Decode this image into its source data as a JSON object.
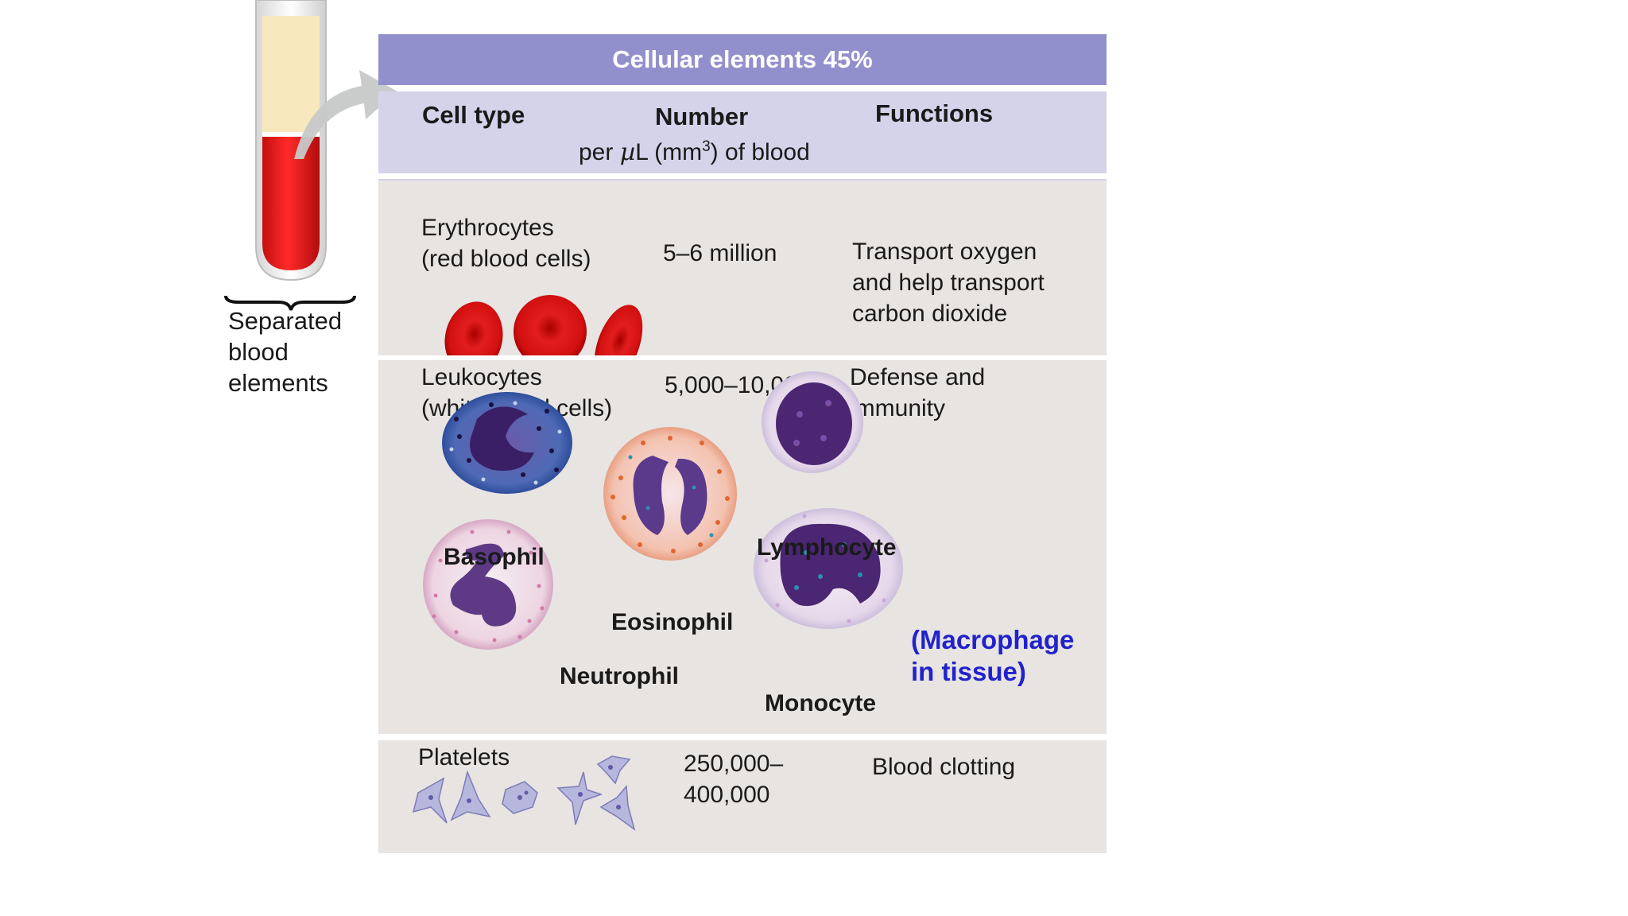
{
  "tube": {
    "label_lines": [
      "Separated",
      "blood",
      "elements"
    ],
    "colors": {
      "plasma": "#f5e6b8",
      "cells": "#e01a1a",
      "glass": "#e6e6e6"
    }
  },
  "table": {
    "banner": "Cellular elements 45%",
    "colors": {
      "banner_bg": "#9290cc",
      "header_bg": "#d4d3ea",
      "row_bg": "#e7e4e2"
    },
    "headers": {
      "cell_type": "Cell type",
      "number": "Number",
      "number_sub_prefix": "per ",
      "number_sub_mu": "µ",
      "number_sub_mid": "L (mm",
      "number_sub_sup": "3",
      "number_sub_suffix": ") of blood",
      "functions": "Functions"
    },
    "rows": {
      "erythrocytes": {
        "name": [
          "Erythrocytes",
          "(red blood cells)"
        ],
        "number": "5–6 million",
        "function": [
          "Transport oxygen",
          "and help transport",
          "carbon dioxide"
        ]
      },
      "leukocytes": {
        "name": [
          "Leukocytes",
          "(white blood cells)"
        ],
        "number": "5,000–10,000",
        "function": [
          "Defense and",
          "immunity"
        ],
        "cell_labels": {
          "basophil": "Basophil",
          "eosinophil": "Eosinophil",
          "lymphocyte": "Lymphocyte",
          "neutrophil": "Neutrophil",
          "monocyte": "Monocyte"
        },
        "macrophage_note": [
          "(Macrophage",
          "in tissue)"
        ]
      },
      "platelets": {
        "name": "Platelets",
        "number": [
          "250,000–",
          "400,000"
        ],
        "function": "Blood clotting"
      }
    }
  }
}
